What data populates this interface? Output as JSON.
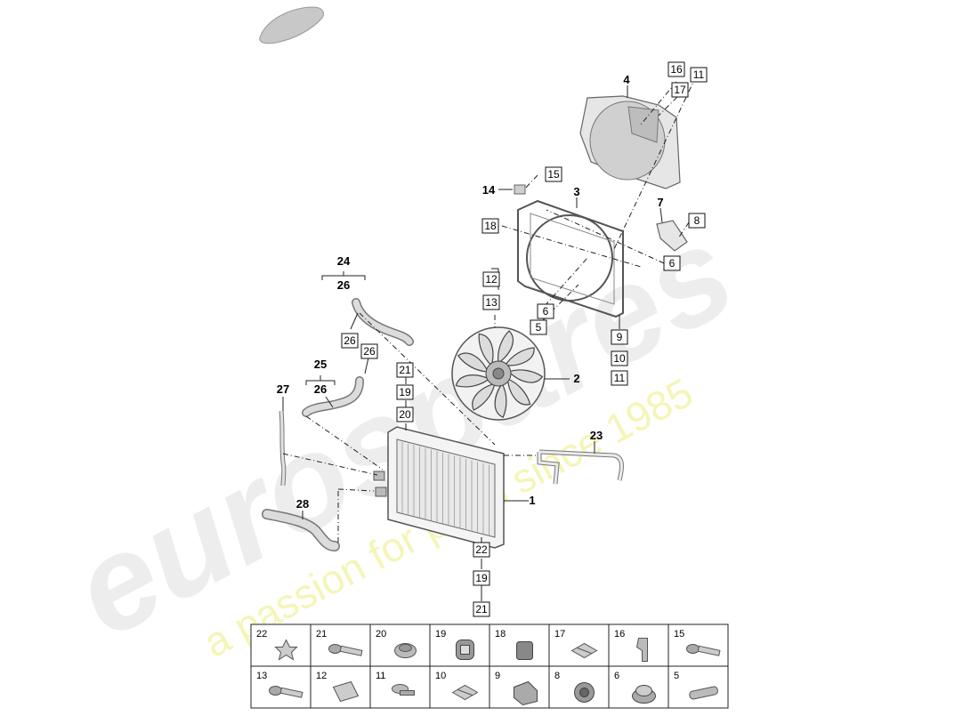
{
  "watermark": {
    "brand": "eurospares",
    "tagline": "a passion for parts since 1985",
    "brand_color": "#e8e8e8",
    "tagline_color": "#f3f3a8"
  },
  "part_labels": {
    "p1": "1",
    "p2": "2",
    "p3": "3",
    "p4": "4",
    "p7": "7",
    "p14": "14",
    "p23": "23",
    "p24": "24",
    "p25": "25",
    "p27": "27",
    "p28": "28",
    "p26a": "26",
    "p26b": "26"
  },
  "boxed_labels": {
    "b16": "16",
    "b11a": "11",
    "b17": "17",
    "b15": "15",
    "b18": "18",
    "b8": "8",
    "b6a": "6",
    "b12": "12",
    "b13": "13",
    "b6b": "6",
    "b5": "5",
    "b9": "9",
    "b10": "10",
    "b11b": "11",
    "b26a": "26",
    "b26b": "26",
    "b21a": "21",
    "b19a": "19",
    "b20": "20",
    "b22": "22",
    "b19b": "19",
    "b21b": "21"
  },
  "parts_grid": {
    "row1": [
      "22",
      "21",
      "20",
      "19",
      "18",
      "17",
      "16",
      "15"
    ],
    "row2": [
      "13",
      "12",
      "11",
      "10",
      "9",
      "8",
      "6",
      "5"
    ]
  }
}
